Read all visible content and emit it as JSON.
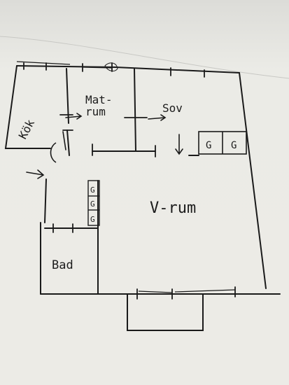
{
  "drawing": {
    "kitchen": "Kök",
    "pantry": "Mat-\nrum",
    "bedroom": "Sov",
    "living_room": "V-rum",
    "bathroom": "Bad",
    "wardrobe_label": "G"
  },
  "colors": {
    "paper": "#ecebe6",
    "ink": "#1a1a1a"
  }
}
